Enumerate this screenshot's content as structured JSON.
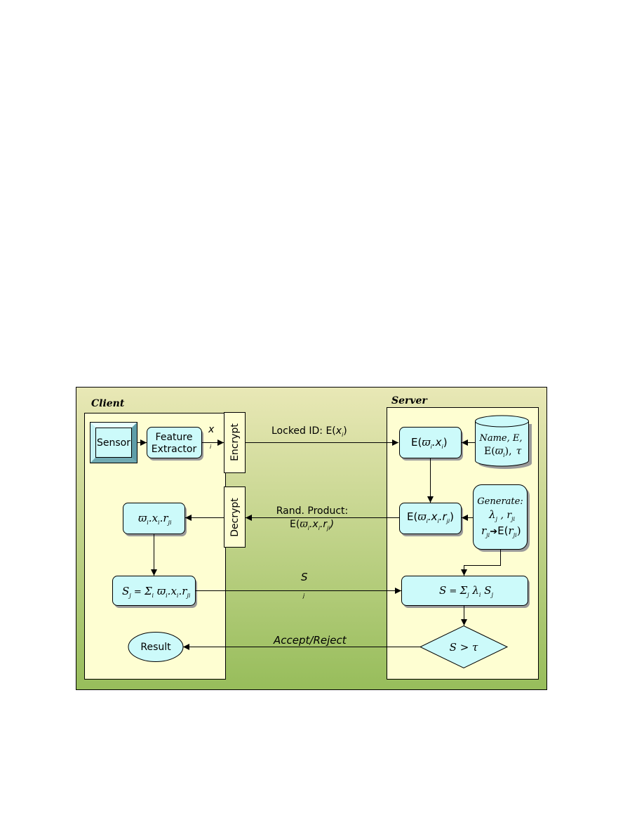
{
  "colors": {
    "panel_top": "#e9e8b6",
    "panel_bottom": "#97bd5b",
    "region_fill": "#fefed2",
    "box_fill": "#ccfafa",
    "border": "#000000",
    "shadow": "#9a9a9a"
  },
  "client": {
    "title": "Client",
    "sensor": "Sensor",
    "feature_extractor": [
      "Feature",
      "Extractor"
    ],
    "feature_output": {
      "main": "x",
      "sub": "i"
    },
    "encrypt": "Encrypt",
    "decrypt": "Decrypt",
    "decrypted_product": {
      "a": "ϖ",
      "a_sub": "i",
      "b": ".x",
      "b_sub": "i",
      "c": ".r",
      "c_sub": "ji"
    },
    "partial_sum": {
      "S": "S",
      "S_sub": "j",
      "eq": " = ",
      "sigma": "Σ",
      "sigma_sub": "i",
      "w": " ϖ",
      "w_sub": "i",
      "x": ".x",
      "x_sub": "i",
      "r": ".r",
      "r_sub": "ji"
    },
    "result": "Result"
  },
  "server": {
    "title": "Server",
    "encrypted_weighted": {
      "pre": "E(",
      "w": "ϖ",
      "w_sub": "i",
      "x": ".x",
      "x_sub": "i",
      "post": ")"
    },
    "database": {
      "line1": "Name, E,",
      "line2_pre": "E(",
      "line2_w": "ϖ",
      "line2_sub": "i",
      "line2_post": "),",
      "tau": "τ"
    },
    "encrypted_product": {
      "pre": "E(",
      "w": "ϖ",
      "w_sub": "i",
      "x": ".x",
      "x_sub": "i",
      "r": ".r",
      "r_sub": "ji",
      "post": ")"
    },
    "generate": {
      "title": "Generate:",
      "lambda": "λ",
      "lambda_sub": "j",
      "comma": " , r",
      "r_sub": "ji",
      "r2": "r",
      "r2_sub": "ji",
      "arrow": "➔",
      "enc_pre": "E(",
      "enc_r": "r",
      "enc_sub": "ji",
      "enc_post": ")"
    },
    "total_sum": {
      "S": "S",
      "eq": " = ",
      "sigma": "Σ",
      "sigma_sub": "j",
      "lambda": " λ",
      "lambda_sub": "i",
      "Sj": " S",
      "Sj_sub": "j"
    },
    "decision": "S > τ"
  },
  "flows": {
    "locked_id": {
      "pre": "Locked ID: E(",
      "x": "x",
      "x_sub": "i",
      "post": ")"
    },
    "rand_product_line1": "Rand. Product:",
    "rand_product_line2": {
      "pre": "E(",
      "w": "ϖ",
      "w_sub": "i",
      "x": ".x",
      "x_sub": "i",
      "r": ".r",
      "r_sub": "ji",
      "post": ")"
    },
    "partial_sum": {
      "S": "S",
      "sub": "j"
    },
    "accept_reject": "Accept/Reject"
  }
}
